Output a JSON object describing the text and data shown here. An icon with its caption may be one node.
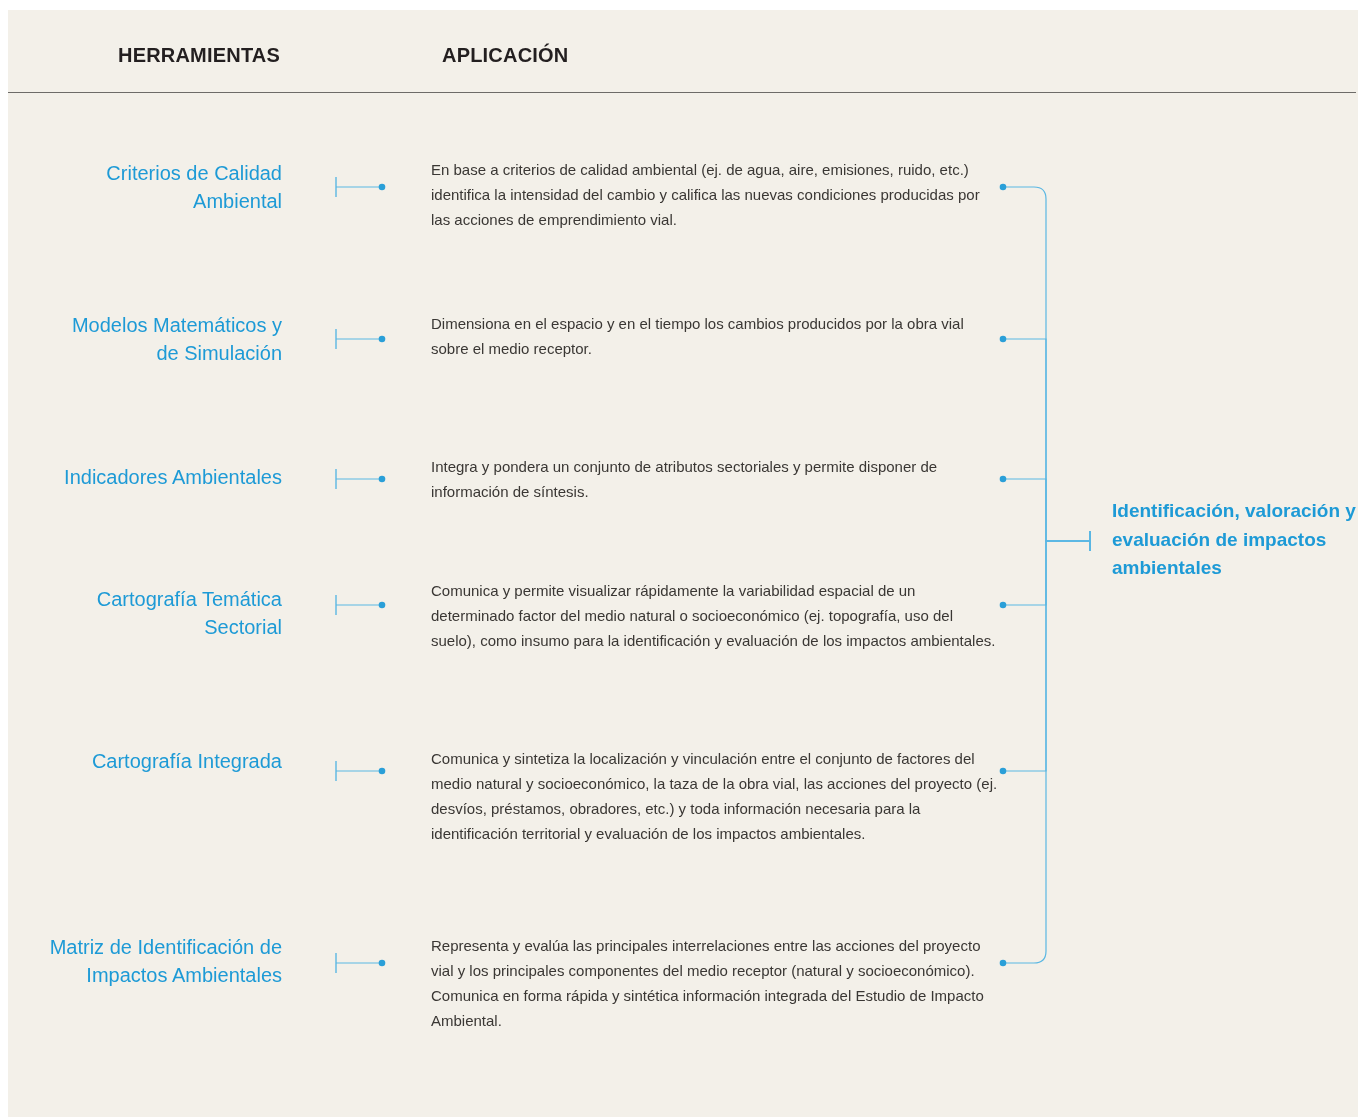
{
  "diagram": {
    "nodes": [
      {
        "text": [
          "Criterios de Calidad Ambiental"
        ]
      },
      {
        "text": [
          "En base a criterios de calidad ambiental (ej. de agua, aire, emisiones, ruido, etc.) identifica la intensidad del cambio y califica las nuevas condiciones producidas por las acciones de emprendimiento vial."
        ]
      },
      {
        "text": [
          "Modelos Matemáticos y de Simulación"
        ]
      },
      {
        "text": [
          "Dimensiona en el espacio y en el tiempo los cambios producidos por la obra vial sobre el medio receptor."
        ]
      },
      {
        "text": [
          "Indicadores Ambientales"
        ]
      },
      {
        "text": [
          "Integra y pondera un conjunto de atributos sectoriales y permite disponer de información de síntesis."
        ]
      },
      {
        "text": [
          "Cartografía Temática Sectorial"
        ]
      },
      {
        "text": [
          "Comunica y permite visualizar rápidamente la variabilidad espacial de un determinado factor del medio natural o socioeconómico (ej. topografía, uso del suelo), como insumo para la identificación y evaluación de los impactos ambientales."
        ]
      },
      {
        "text": [
          "Cartografía Integrada"
        ]
      },
      {
        "text": [
          "Comunica y sintetiza la localización y vinculación entre el conjunto de factores del medio natural y socioeconómico, la taza de la obra vial, las acciones del proyecto (ej. desvíos, préstamos, obradores, etc.) y toda información necesaria para la identificación territorial y evaluación de los impactos ambientales."
        ]
      },
      {
        "text": [
          "Matriz de Identificación de Impactos Ambientales"
        ]
      },
      {
        "text": [
          "Representa y evalúa las principales interrelaciones entre las acciones del proyecto vial y los principales componentes del medio receptor (natural y socioeconómico). Comunica en forma rápida y sintética información integrada del Estudio de Impacto Ambiental."
        ]
      },
      {
        "text": [
          "Identificación, valoración y evaluación de impactos ambientales"
        ]
      }
    ],
    "edges": [
      {
        "from": 0,
        "to": 1,
        "arrow": "other"
      },
      {
        "from": 2,
        "to": 3,
        "arrow": "other"
      },
      {
        "from": 4,
        "to": 5,
        "arrow": "other"
      },
      {
        "from": 6,
        "to": 7,
        "arrow": "other"
      },
      {
        "from": 8,
        "to": 9,
        "arrow": "other"
      },
      {
        "from": 10,
        "to": 11,
        "arrow": "other"
      },
      {
        "from": 1,
        "to": 12,
        "arrow": "other"
      },
      {
        "from": 3,
        "to": 12,
        "arrow": "other"
      },
      {
        "from": 5,
        "to": 12,
        "arrow": "other"
      },
      {
        "from": 7,
        "to": 12,
        "arrow": "other"
      },
      {
        "from": 9,
        "to": 12,
        "arrow": "other"
      },
      {
        "from": 11,
        "to": 12,
        "arrow": "other"
      }
    ],
    "labels": [
      "HERRAMIENTAS",
      "APLICACIÓN"
    ]
  }
}
